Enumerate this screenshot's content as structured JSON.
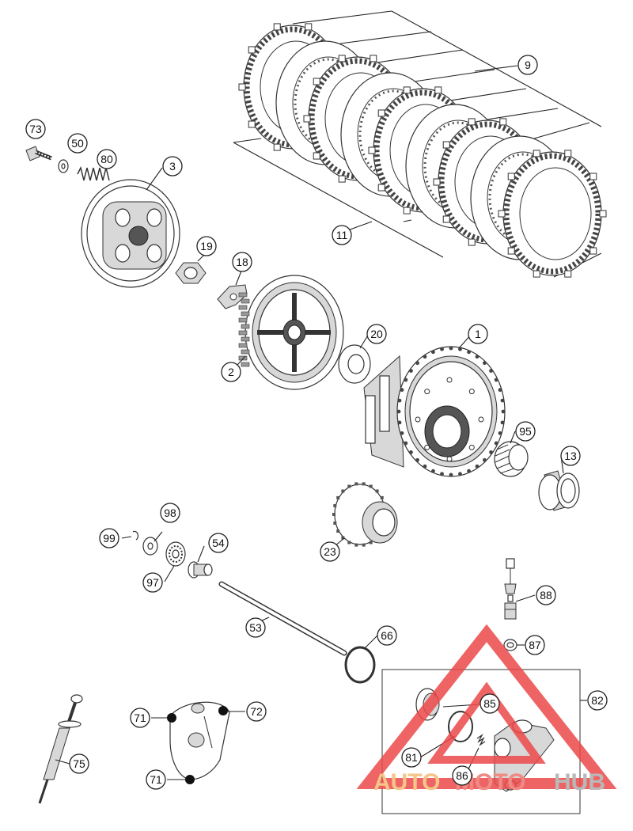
{
  "callouts": [
    {
      "id": "c9",
      "label": "9"
    },
    {
      "id": "c73",
      "label": "73"
    },
    {
      "id": "c50",
      "label": "50"
    },
    {
      "id": "c80",
      "label": "80"
    },
    {
      "id": "c3",
      "label": "3"
    },
    {
      "id": "c19",
      "label": "19"
    },
    {
      "id": "c18",
      "label": "18"
    },
    {
      "id": "c11",
      "label": "11"
    },
    {
      "id": "c20",
      "label": "20"
    },
    {
      "id": "c1",
      "label": "1"
    },
    {
      "id": "c2",
      "label": "2"
    },
    {
      "id": "c95",
      "label": "95"
    },
    {
      "id": "c13",
      "label": "13"
    },
    {
      "id": "c98",
      "label": "98"
    },
    {
      "id": "c99",
      "label": "99"
    },
    {
      "id": "c54",
      "label": "54"
    },
    {
      "id": "c97",
      "label": "97"
    },
    {
      "id": "c23",
      "label": "23"
    },
    {
      "id": "c88",
      "label": "88"
    },
    {
      "id": "c53",
      "label": "53"
    },
    {
      "id": "c66",
      "label": "66"
    },
    {
      "id": "c87",
      "label": "87"
    },
    {
      "id": "c82",
      "label": "82"
    },
    {
      "id": "c85",
      "label": "85"
    },
    {
      "id": "c71a",
      "label": "71"
    },
    {
      "id": "c72",
      "label": "72"
    },
    {
      "id": "c75",
      "label": "75"
    },
    {
      "id": "c81",
      "label": "81"
    },
    {
      "id": "c86",
      "label": "86"
    },
    {
      "id": "c71b",
      "label": "71"
    }
  ],
  "watermark": {
    "part1": "AUTO",
    "part2": "MOTO",
    "part3": "HUB",
    "color_auto": "#f6c58a",
    "color_moto": "#f08a84",
    "color_hub": "#b9b9b9",
    "logo_color": "#ec4a4a"
  }
}
